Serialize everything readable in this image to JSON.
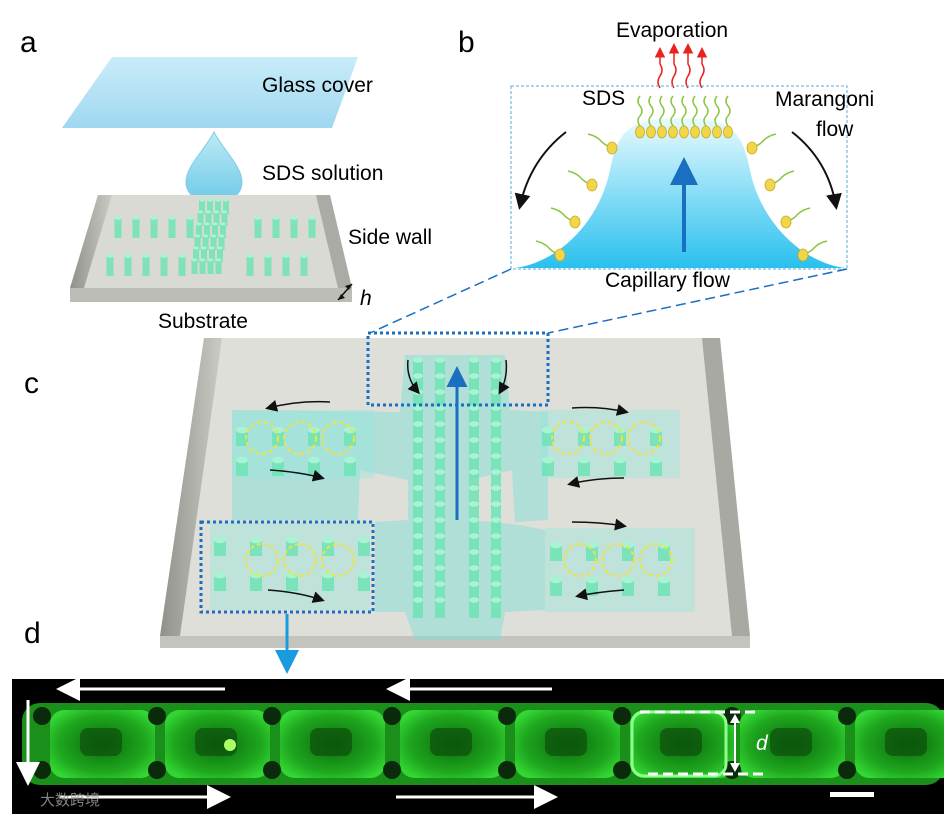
{
  "panels": {
    "a": {
      "letter": "a",
      "glass_cover": "Glass cover",
      "sds_solution": "SDS solution",
      "side_wall": "Side wall",
      "substrate": "Substrate",
      "height_symbol": "h"
    },
    "b": {
      "letter": "b",
      "evaporation": "Evaporation",
      "sds": "SDS",
      "marangoni_line1": "Marangoni",
      "marangoni_line2": "flow",
      "capillary_flow": "Capillary flow"
    },
    "c": {
      "letter": "c"
    },
    "d": {
      "letter": "d",
      "width_symbol": "d"
    }
  },
  "watermark": {
    "text": "大数跨境"
  },
  "colors": {
    "pillar": "#6fe3b4",
    "liquid": "#7fe0d6",
    "capillary_arrow": "#1a6fc0",
    "dotted_box": "#1a6fc0",
    "vortex": "#f2e23a",
    "fluorescence": "#1fbf1f",
    "evaporation": "#e8231f"
  }
}
